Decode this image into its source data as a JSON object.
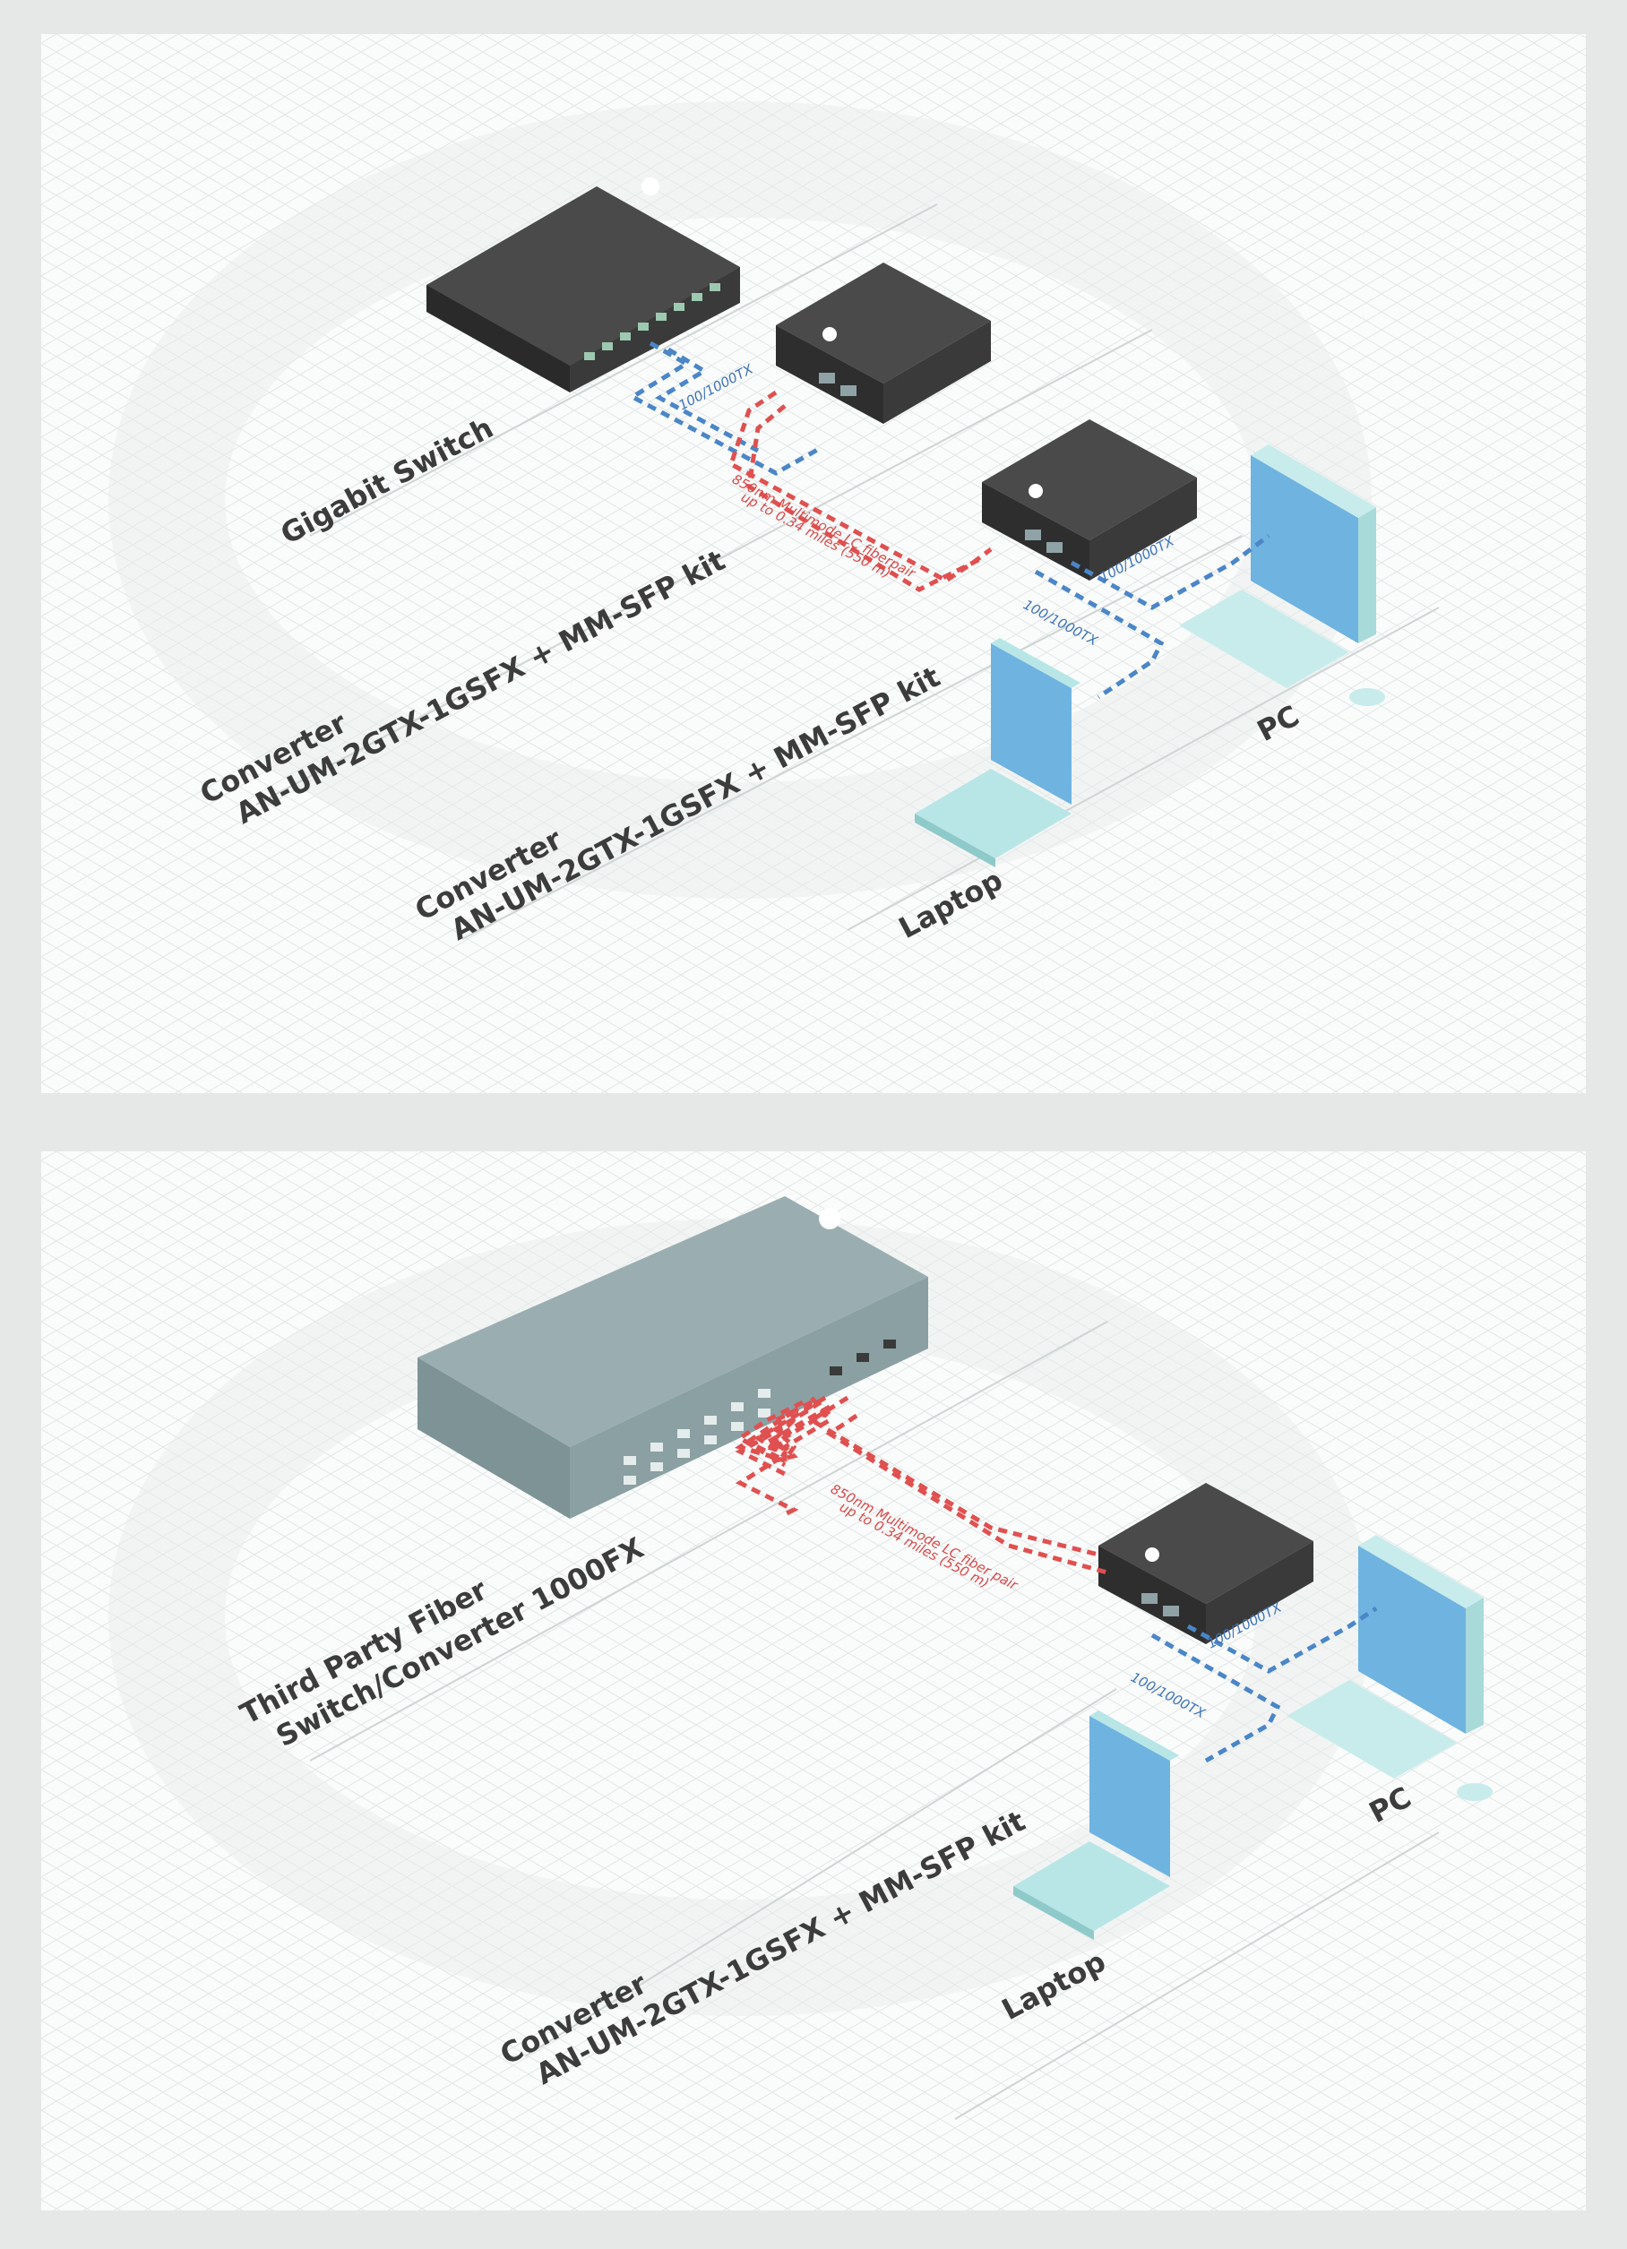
{
  "diagram1": {
    "switch_label": "Gigabit Switch",
    "converter_a": {
      "line1": "Converter",
      "line2": "AN-UM-2GTX-1GSFX + MM-SFP kit"
    },
    "converter_b": {
      "line1": "Converter",
      "line2": "AN-UM-2GTX-1GSFX + MM-SFP kit"
    },
    "pc_label": "PC",
    "laptop_label": "Laptop",
    "link_switch": "100/1000TX",
    "fiber_line1": "850nm Multimode LC fiberpair",
    "fiber_line2": "up to 0.34 miles (550 m)",
    "link_pc": "100/1000TX",
    "link_laptop": "100/1000TX"
  },
  "diagram2": {
    "switch_label_line1": "Third Party Fiber",
    "switch_label_line2": "Switch/Converter 1000FX",
    "converter": {
      "line1": "Converter",
      "line2": "AN-UM-2GTX-1GSFX + MM-SFP kit"
    },
    "pc_label": "PC",
    "laptop_label": "Laptop",
    "fiber_line1": "850nm Multimode LC fiber pair",
    "fiber_line2": "up to 0.34 miles (550 m)",
    "link_pc": "100/1000TX",
    "link_laptop": "100/1000TX"
  },
  "colors": {
    "fiber": "#e05050",
    "copper": "#4a86c8",
    "device_dark": "#3a3a3a",
    "device_grey": "#8fa3a6",
    "screen": "#6fb3e0",
    "laptop_body": "#b8e6e6"
  }
}
